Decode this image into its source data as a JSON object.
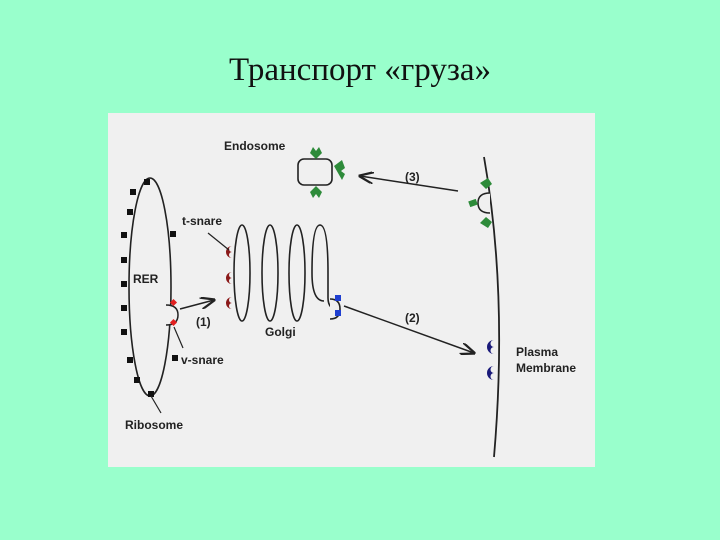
{
  "slide": {
    "title": "Транспорт «груза»"
  },
  "diagram": {
    "labels": {
      "endosome": "Endosome",
      "t_snare": "t-snare",
      "rer": "RER",
      "v_snare": "v-snare",
      "ribosome": "Ribosome",
      "golgi": "Golgi",
      "plasma": "Plasma",
      "membrane": "Membrane",
      "step1": "(1)",
      "step2": "(2)",
      "step3": "(3)"
    },
    "colors": {
      "background": "#99ffcc",
      "panel": "#f0f0f0",
      "line": "#222222",
      "t_snare": "#8b1a1a",
      "v_snare": "#e02020",
      "golgi_vesicle": "#1f3fd0",
      "plasma_receptor": "#1a1a7a",
      "endosome_receptor": "#2e8b3a"
    }
  }
}
